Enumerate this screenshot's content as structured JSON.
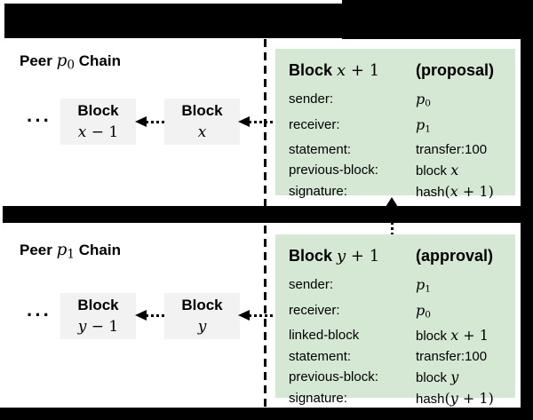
{
  "colors": {
    "card_green": "#d5e8d4",
    "block_gray": "#f2f2f2",
    "bar_black": "#000000"
  },
  "figure": {
    "panels": [
      {
        "chain_label": [
          {
            "b": "Peer "
          },
          {
            "math": "p"
          },
          {
            "sub": "0"
          },
          {
            "b": " Chain"
          }
        ],
        "ellipsis": "···",
        "blocks": [
          {
            "title": "Block",
            "var": [
              {
                "math": "x"
              },
              {
                "rm": " − 1"
              }
            ]
          },
          {
            "title": "Block",
            "var": [
              {
                "math": "x"
              }
            ]
          }
        ],
        "card": {
          "title": [
            {
              "b": "Block "
            },
            {
              "math": "x"
            },
            {
              "rm": " + 1"
            }
          ],
          "tag": "(proposal)",
          "fields": [
            {
              "label": "sender:",
              "value": [
                {
                  "math": "p"
                },
                {
                  "sub": "0"
                }
              ]
            },
            {
              "label": "receiver:",
              "value": [
                {
                  "math": "p"
                },
                {
                  "sub": "1"
                }
              ]
            },
            {
              "label": "statement:",
              "value": [
                {
                  "text": "transfer:100"
                }
              ]
            },
            {
              "label": "previous-block:",
              "value": [
                {
                  "text": "block "
                },
                {
                  "math": "x"
                }
              ]
            },
            {
              "label": "signature:",
              "value": [
                {
                  "text": "hash"
                },
                {
                  "rm": "("
                },
                {
                  "math": "x"
                },
                {
                  "rm": " + 1)"
                }
              ]
            }
          ]
        }
      },
      {
        "chain_label": [
          {
            "b": "Peer "
          },
          {
            "math": "p"
          },
          {
            "sub": "1"
          },
          {
            "b": " Chain"
          }
        ],
        "ellipsis": "···",
        "blocks": [
          {
            "title": "Block",
            "var": [
              {
                "math": "y"
              },
              {
                "rm": " − 1"
              }
            ]
          },
          {
            "title": "Block",
            "var": [
              {
                "math": "y"
              }
            ]
          }
        ],
        "card": {
          "title": [
            {
              "b": "Block "
            },
            {
              "math": "y"
            },
            {
              "rm": " + 1"
            }
          ],
          "tag": "(approval)",
          "fields": [
            {
              "label": "sender:",
              "value": [
                {
                  "math": "p"
                },
                {
                  "sub": "1"
                }
              ]
            },
            {
              "label": "receiver:",
              "value": [
                {
                  "math": "p"
                },
                {
                  "sub": "0"
                }
              ]
            },
            {
              "label": "linked-block",
              "value": [
                {
                  "text": "block "
                },
                {
                  "math": "x"
                },
                {
                  "rm": " + 1"
                }
              ]
            },
            {
              "label": "statement:",
              "value": [
                {
                  "text": "transfer:100"
                }
              ]
            },
            {
              "label": "previous-block:",
              "value": [
                {
                  "text": "block "
                },
                {
                  "math": "y"
                }
              ]
            },
            {
              "label": "signature:",
              "value": [
                {
                  "text": "hash"
                },
                {
                  "rm": "("
                },
                {
                  "math": "y"
                },
                {
                  "rm": " + 1)"
                }
              ]
            }
          ]
        }
      }
    ]
  }
}
